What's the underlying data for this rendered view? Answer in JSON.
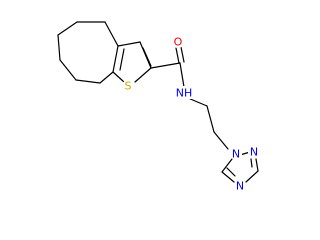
{
  "molecule": {
    "atoms": {
      "S": {
        "label": "S",
        "color": "#ccaa00"
      },
      "O": {
        "label": "O",
        "color": "#ff0000"
      },
      "NH": {
        "label": "NH",
        "color": "#0000ff"
      },
      "N1": {
        "label": "N",
        "color": "#0000ff"
      },
      "N2": {
        "label": "N",
        "color": "#0000ff"
      },
      "N3": {
        "label": "N",
        "color": "#0000ff"
      }
    },
    "bond_color": "#000000",
    "background": "#ffffff"
  }
}
